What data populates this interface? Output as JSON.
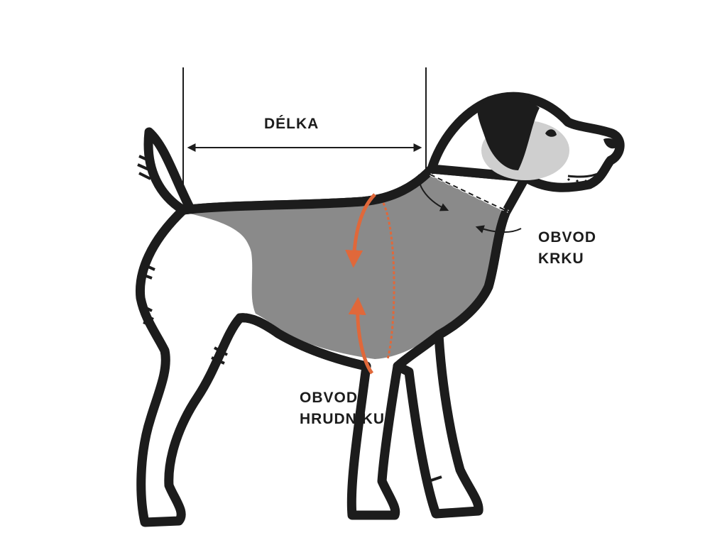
{
  "labels": {
    "length": "DÉLKA",
    "neck": [
      "OBVOD",
      "KRKU"
    ],
    "chest": [
      "OBVOD",
      "HRUDNÍKU"
    ]
  },
  "icons": {
    "dog": "dog-silhouette-icon",
    "length_arrow": "double-arrow-icon",
    "neck_arrows": "curved-arrow-icon",
    "chest_arrows": "circular-arrow-icon"
  },
  "colors": {
    "outline": "#1c1c1c",
    "body_fill": "#ffffff",
    "garment": "#8a8a8a",
    "head_patch": "#1c1c1c",
    "face_shade": "#cfcfcf",
    "chest_measure": "#e0683a"
  }
}
